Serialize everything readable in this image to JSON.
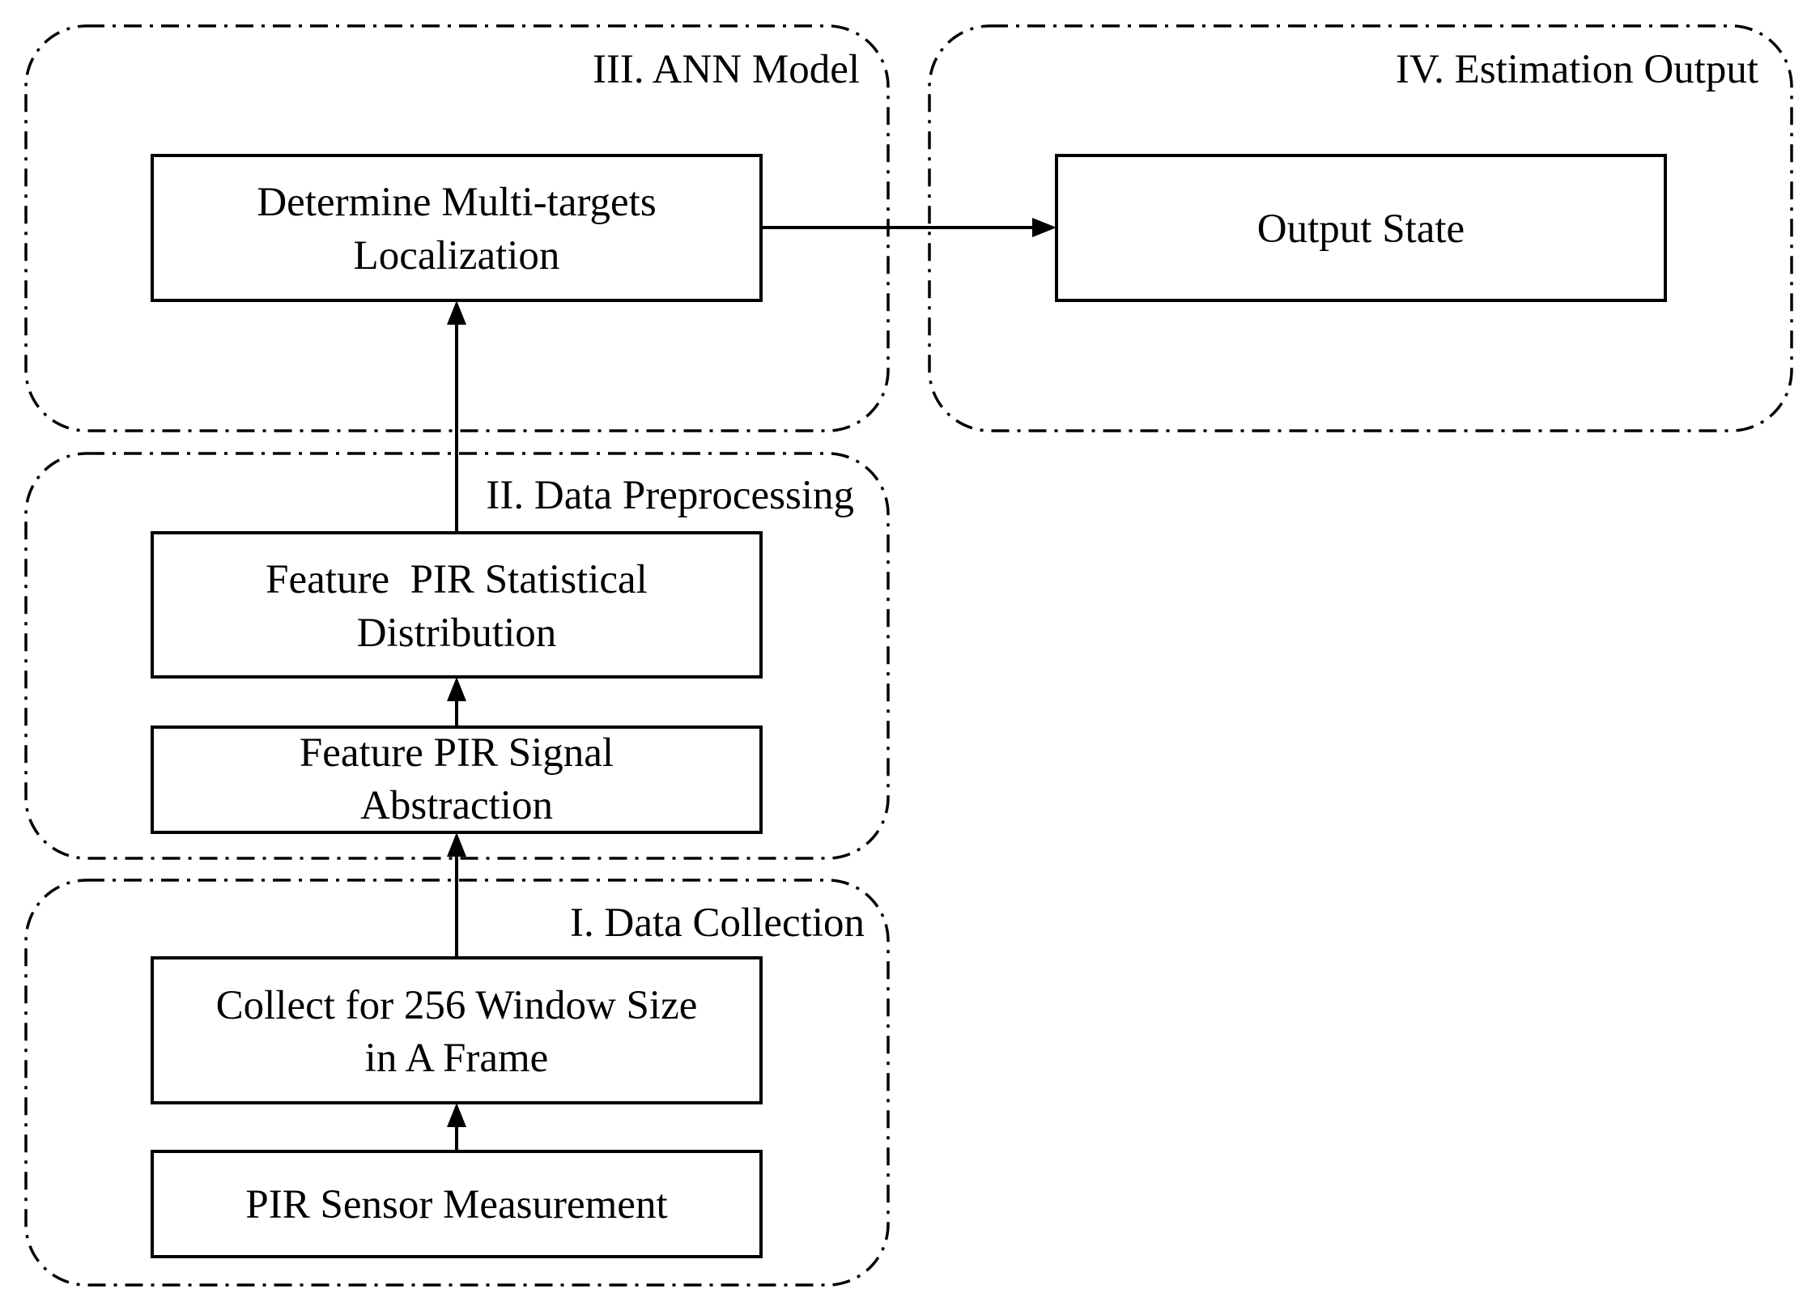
{
  "groups": {
    "ann_model": "III. ANN Model",
    "estimation_output": "IV. Estimation Output",
    "data_preprocessing": "II. Data Preprocessing",
    "data_collection": "I. Data Collection"
  },
  "boxes": {
    "multi_target": [
      "Determine Multi-targets",
      "Localization"
    ],
    "output_state": [
      "Output State"
    ],
    "statistical_distribution": [
      "Feature  PIR Statistical",
      "Distribution"
    ],
    "signal_abstraction": [
      "Feature PIR Signal",
      "Abstraction"
    ],
    "collect_window": [
      "Collect for 256 Window Size",
      "in A Frame"
    ],
    "sensor_measurement": [
      "PIR Sensor Measurement"
    ]
  }
}
